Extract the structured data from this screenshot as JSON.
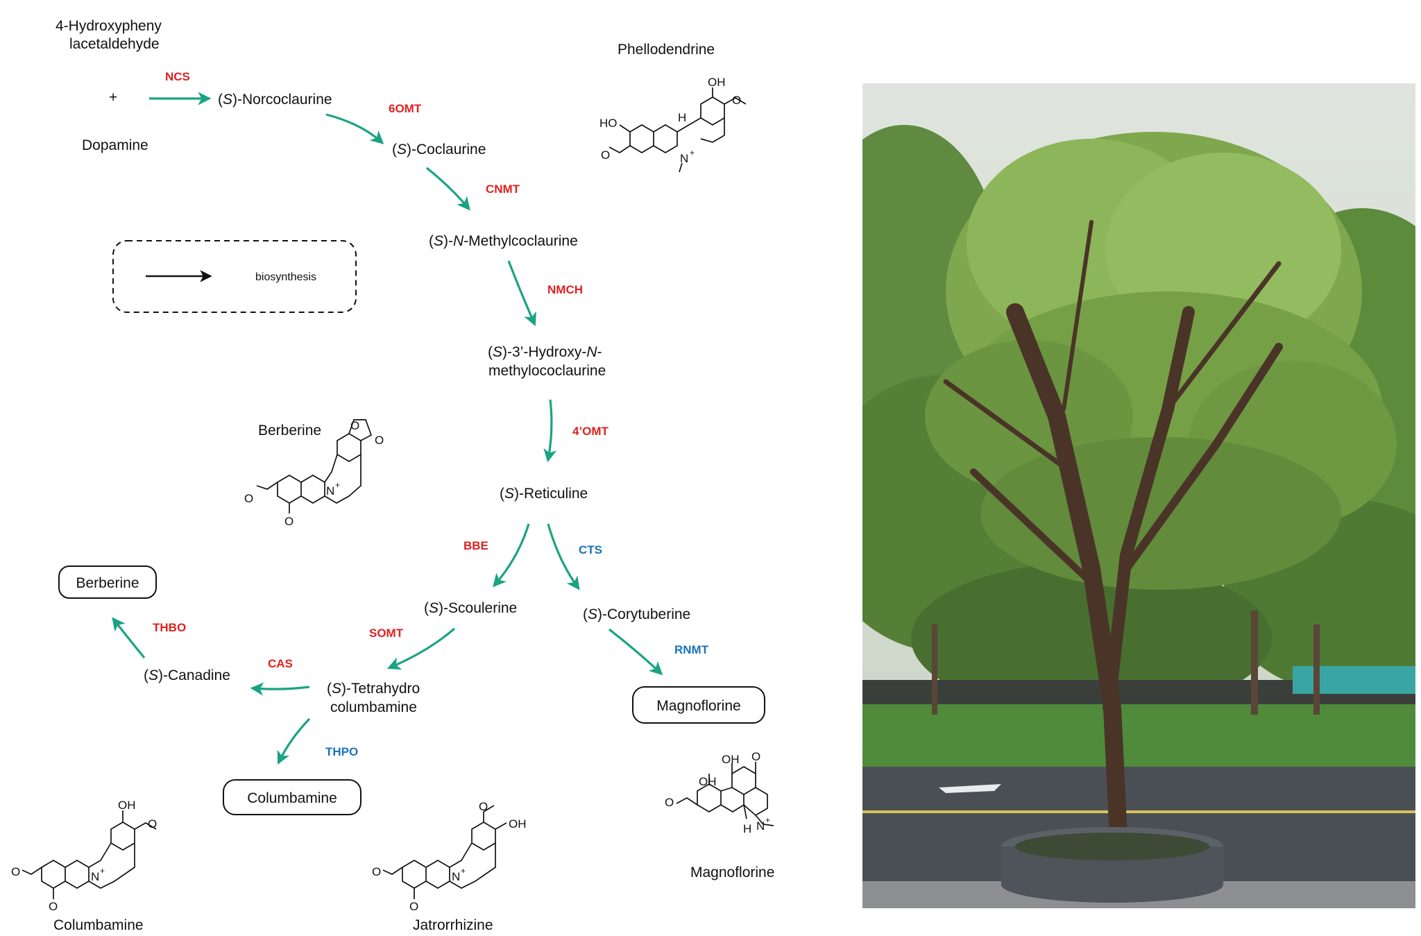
{
  "pathway": {
    "start_a": [
      "4-Hydroxypheny",
      "lacetaldehyde"
    ],
    "plus": "+",
    "start_b": "Dopamine",
    "norcoclaurine": {
      "pre": "(",
      "s": "S",
      "post": ")-Norcoclaurine"
    },
    "coclaurine": {
      "pre": "(",
      "s": "S",
      "post": ")-Coclaurine"
    },
    "n_methylcoclaurine": {
      "pre": "(",
      "s": "S",
      "mid": ")-",
      "n": "N",
      "post": "-Methylcoclaurine"
    },
    "hydroxy": {
      "pre": "(",
      "s": "S",
      "mid": ")-3’-Hydroxy-",
      "n": "N",
      "post": "-",
      "line2": "methylococlaurine"
    },
    "reticuline": {
      "pre": "(",
      "s": "S",
      "post": ")-Reticuline"
    },
    "scoulerine": {
      "pre": "(",
      "s": "S",
      "post": ")-Scoulerine"
    },
    "corytuberine": {
      "pre": "(",
      "s": "S",
      "post": ")-Corytuberine"
    },
    "canadine": {
      "pre": "(",
      "s": "S",
      "post": ")-Canadine"
    },
    "tetrahydro": {
      "pre": "(",
      "s": "S",
      "post": ")-Tetrahydro",
      "line2": "columbamine"
    }
  },
  "enzymes": {
    "ncs": "NCS",
    "omt6": "6OMT",
    "cnmt": "CNMT",
    "nmch": "NMCH",
    "omt4": "4’OMT",
    "bbe": "BBE",
    "cts": "CTS",
    "somt": "SOMT",
    "thbo": "THBO",
    "cas": "CAS",
    "rnmt": "RNMT",
    "thpo": "THPO"
  },
  "products": {
    "berberine": "Berberine",
    "magnoflorine": "Magnoflorine",
    "columbamine": "Columbamine"
  },
  "legend": {
    "label": "biosynthesis"
  },
  "structures": {
    "phellodendrine": "Phellodendrine",
    "berberine": "Berberine",
    "columbamine": "Columbamine",
    "jatrorrhizine": "Jatrorrhizine",
    "magnoflorine": "Magnoflorine"
  },
  "atoms": {
    "oh": "OH",
    "ho": "HO",
    "h": "H",
    "o": "O",
    "n_plus": "N",
    "plus_sign": "+"
  },
  "colors": {
    "arrow": "#1aa383",
    "enzyme_red": "#e02020",
    "enzyme_blue": "#1a73b8"
  }
}
